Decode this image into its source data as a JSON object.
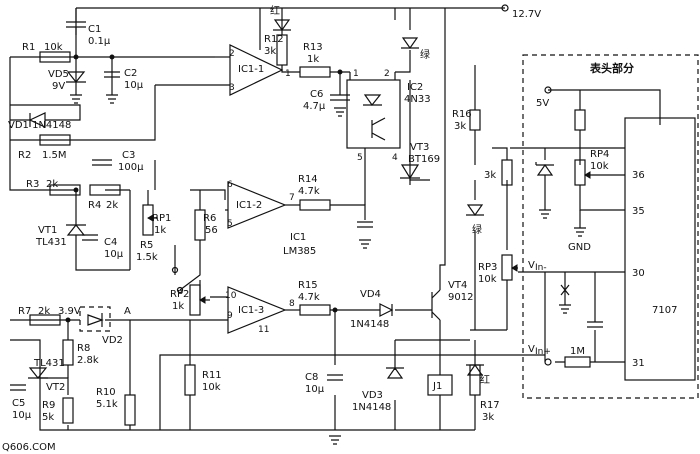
{
  "supply": {
    "voltage": "12.7V"
  },
  "resistors": {
    "r1": {
      "ref": "R1",
      "value": "10k"
    },
    "r2": {
      "ref": "R2",
      "value": "1.5M"
    },
    "r3": {
      "ref": "R3",
      "value": "2k"
    },
    "r4": {
      "ref": "R4",
      "value": "2k"
    },
    "r5": {
      "ref": "R5",
      "value": "1.5k"
    },
    "r6": {
      "ref": "R6",
      "value": "56"
    },
    "r7": {
      "ref": "R7",
      "value": "2k"
    },
    "r8": {
      "ref": "R8",
      "value": "2.8k"
    },
    "r9": {
      "ref": "R9",
      "value": "5k"
    },
    "r10": {
      "ref": "R10",
      "value": "5.1k"
    },
    "r11": {
      "ref": "R11",
      "value": "10k"
    },
    "r12": {
      "ref": "R12",
      "value": "3k"
    },
    "r13": {
      "ref": "R13",
      "value": "1k"
    },
    "r14": {
      "ref": "R14",
      "value": "4.7k"
    },
    "r15": {
      "ref": "R15",
      "value": "4.7k"
    },
    "r16": {
      "ref": "R16",
      "value": "3k"
    },
    "r17": {
      "ref": "R17",
      "value": "3k"
    },
    "r3k_meter": {
      "value": "3k"
    },
    "r1m": {
      "value": "1M"
    }
  },
  "capacitors": {
    "c1": {
      "ref": "C1",
      "value": "0.1μ"
    },
    "c2": {
      "ref": "C2",
      "value": "10μ"
    },
    "c3": {
      "ref": "C3",
      "value": "100μ"
    },
    "c4": {
      "ref": "C4",
      "value": "10μ"
    },
    "c5": {
      "ref": "C5",
      "value": "10μ"
    },
    "c6": {
      "ref": "C6",
      "value": "4.7μ"
    },
    "c8": {
      "ref": "C8",
      "value": "10μ"
    }
  },
  "pots": {
    "rp1": {
      "ref": "RP1",
      "value": "1k"
    },
    "rp2": {
      "ref": "RP2",
      "value": "1k"
    },
    "rp3": {
      "ref": "RP3",
      "value": "10k"
    },
    "rp4": {
      "ref": "RP4",
      "value": "10k"
    }
  },
  "semis": {
    "vd1": "VD1 1N4148",
    "vd2": "VD2",
    "vd3": "VD3",
    "vd3_part": "1N4148",
    "vd4": "VD4",
    "vd4_part": "1N4148",
    "vd5": "VD5",
    "vd5_v": "9V",
    "vt1": "VT1",
    "vt1_part": "TL431",
    "vt2": "VT2",
    "vt2_part": "TL431",
    "vt3": "VT3",
    "vt3_part": "BT169",
    "vt4": "VT4",
    "vt4_part": "9012",
    "v39": "3.9V",
    "node_a": "A"
  },
  "ics": {
    "ic1_1": "IC1-1",
    "ic1_2": "IC1-2",
    "ic1_3": "IC1-3",
    "ic1": "IC1",
    "ic1_part": "LM385",
    "ic2": "IC2",
    "ic2_part": "4N33",
    "relay": "J1",
    "meter_chip": "7107"
  },
  "leds": {
    "red_top": "红",
    "green_top": "绿",
    "green_mid": "绿",
    "red_bottom": "红"
  },
  "meter": {
    "title": "表头部分",
    "v5": "5V",
    "gnd": "GND",
    "vin_minus": "V",
    "vin_minus_sub": "In-",
    "vin_plus": "V",
    "vin_plus_sub": "In+",
    "pins": [
      "36",
      "35",
      "30",
      "31"
    ]
  },
  "pins": {
    "ic11": [
      "2",
      "3",
      "1"
    ],
    "ic12": [
      "6",
      "5",
      "7"
    ],
    "ic13": [
      "10",
      "9",
      "8",
      "11"
    ],
    "ic2": [
      "1",
      "2",
      "5",
      "4"
    ]
  },
  "watermark": "Q606.COM"
}
